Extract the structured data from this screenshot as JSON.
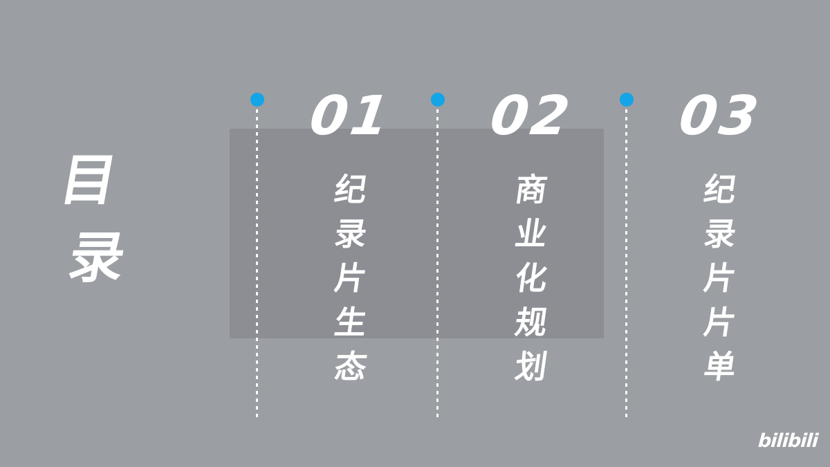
{
  "title": {
    "chars": [
      "目",
      "录"
    ]
  },
  "sections": [
    {
      "number": "01",
      "chars": [
        "纪",
        "录",
        "片",
        "生",
        "态"
      ]
    },
    {
      "number": "02",
      "chars": [
        "商",
        "业",
        "化",
        "规",
        "划"
      ]
    },
    {
      "number": "03",
      "chars": [
        "纪",
        "录",
        "片",
        "片",
        "单"
      ]
    }
  ],
  "logo": {
    "text": "bilibili"
  },
  "colors": {
    "background": "#9b9ea2",
    "accent": "#14a4e8",
    "text": "#ffffff"
  }
}
